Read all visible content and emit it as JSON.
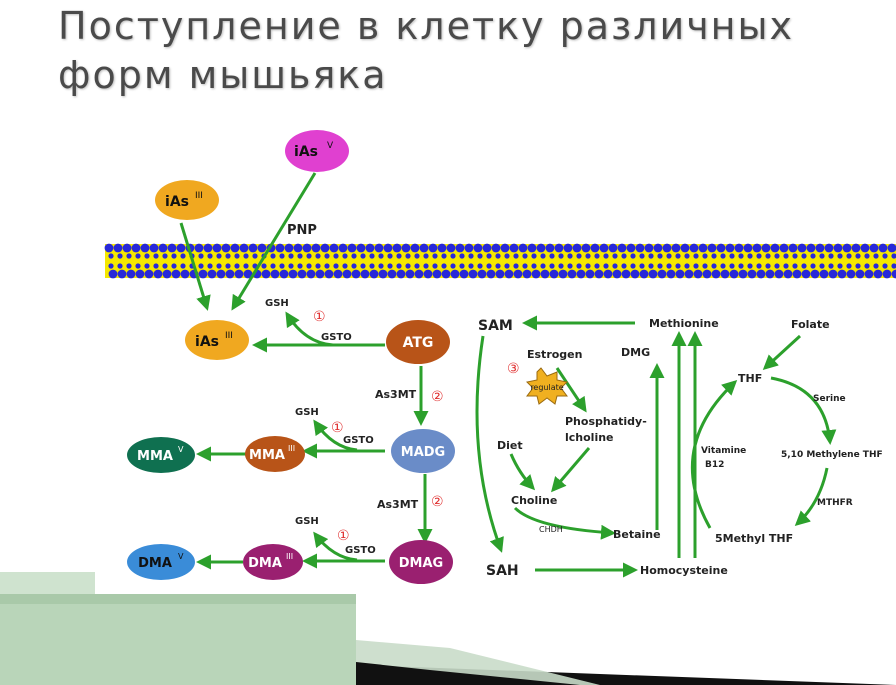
{
  "slide": {
    "title_line1": "Поступление в клетку различных",
    "title_line2": "форм мышьяка"
  },
  "colors": {
    "arrow": "#2ca02c",
    "membrane_blue": "#2828d8",
    "membrane_yellow": "#f5e800",
    "deco_green": "#b9d5b9",
    "deco_dark": "#111111",
    "number_red": "#e03030",
    "regulate_star": "#f0b020"
  },
  "nodes": {
    "ias_v": {
      "main": "iAs",
      "sup": "V",
      "color": "#e040d0"
    },
    "ias_iii_out": {
      "main": "iAs",
      "sup": "III",
      "color": "#f0a820"
    },
    "ias_iii_in": {
      "main": "iAs",
      "sup": "III",
      "color": "#f0a820"
    },
    "atg": {
      "main": "ATG",
      "color": "#b85418"
    },
    "madg": {
      "main": "MADG",
      "color": "#6a8cc8"
    },
    "dmag": {
      "main": "DMAG",
      "color": "#9a2070"
    },
    "mma_iii": {
      "main": "MMA",
      "sup": "III",
      "color": "#b85418"
    },
    "mma_v": {
      "main": "MMA",
      "sup": "V",
      "color": "#0f7050"
    },
    "dma_iii": {
      "main": "DMA",
      "sup": "III",
      "color": "#9a2070"
    },
    "dma_v": {
      "main": "DMA",
      "sup": "V",
      "color": "#3a8cd8"
    }
  },
  "labels": {
    "pnp": "PNP",
    "gsh1": "GSH",
    "gsto1": "GSTO",
    "num1a": "①",
    "gsh2": "GSH",
    "gsto2": "GSTO",
    "num1b": "①",
    "gsh3": "GSH",
    "gsto3": "GSTO",
    "num1c": "①",
    "as3mt1": "As3MT",
    "num2a": "②",
    "as3mt2": "As3MT",
    "num2b": "②",
    "sam": "SAM",
    "sah": "SAH",
    "methionine": "Methionine",
    "homocysteine": "Homocysteine",
    "num3": "③",
    "estrogen": "Estrogen",
    "regulate": "regulate",
    "phosphatidy": "Phosphatidy-",
    "lcholine": "lcholine",
    "diet": "Diet",
    "choline": "Choline",
    "chdh": "CHDH",
    "betaine": "Betaine",
    "dmg": "DMG",
    "folate": "Folate",
    "thf": "THF",
    "serine": "Serine",
    "methylene": "5,10 Methylene THF",
    "mthfr": "MTHFR",
    "methyl_thf": "5Methyl THF",
    "vitamine": "Vitamine",
    "b12": "B12"
  }
}
